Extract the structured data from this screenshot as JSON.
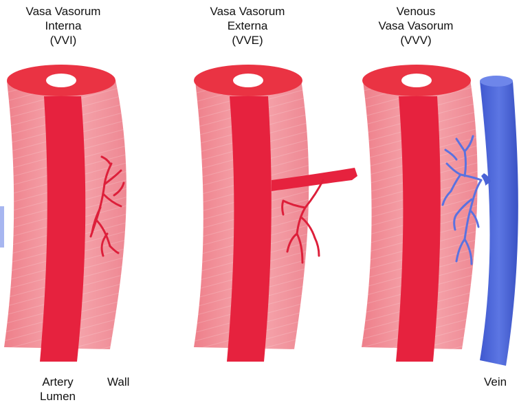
{
  "panels": [
    {
      "title_lines": [
        "Vasa Vasorum",
        "Interna",
        "(VVI)"
      ]
    },
    {
      "title_lines": [
        "Vasa Vasorum",
        "Externa",
        "(VVE)"
      ]
    },
    {
      "title_lines": [
        "Venous",
        "Vasa Vasorum",
        "(VVV)"
      ]
    }
  ],
  "labels": {
    "artery_lumen": [
      "Artery",
      "Lumen"
    ],
    "wall": "Wall",
    "vein": "Vein"
  },
  "colors": {
    "wall_fill": "#f08a93",
    "wall_light": "#f6a8ae",
    "lumen": "#e8233f",
    "top_ring": "#e8303f",
    "vein_blue": "#4a63d6",
    "vein_branch": "#6a80e0"
  }
}
